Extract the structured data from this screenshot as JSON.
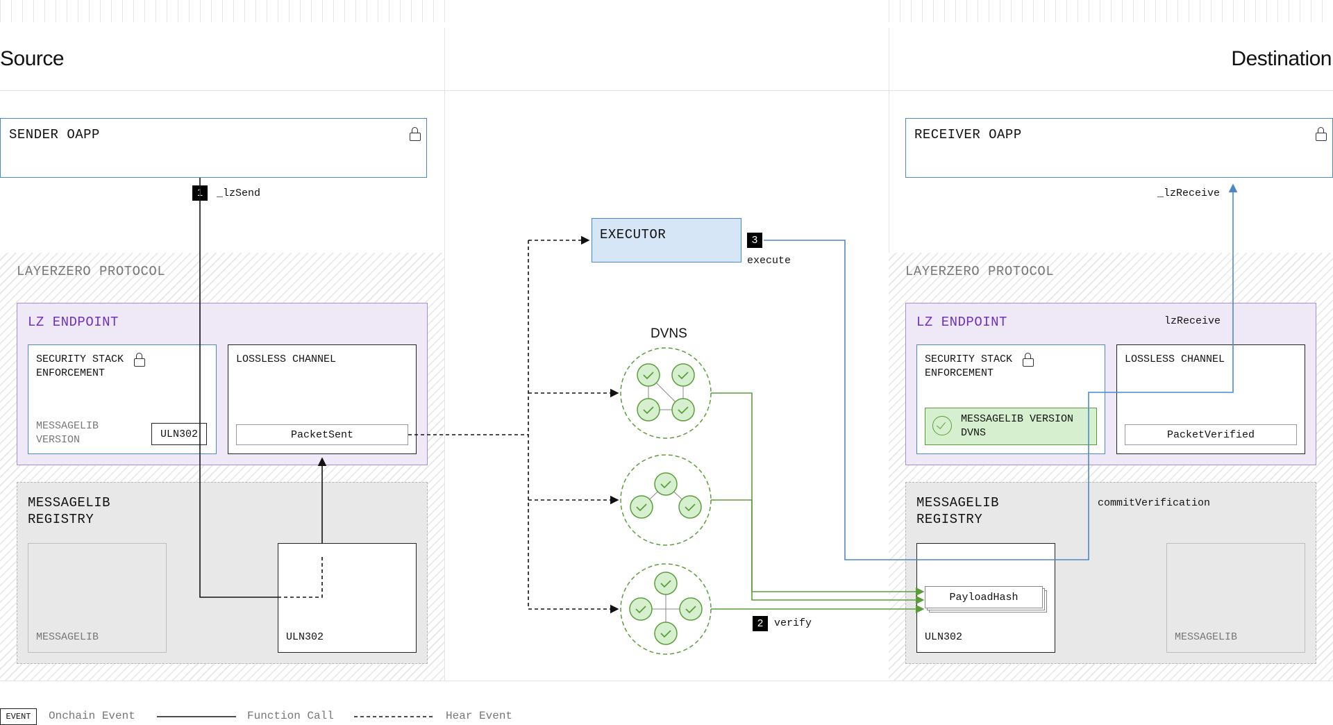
{
  "source": {
    "heading": "Source",
    "sender_oapp": "SENDER OAPP",
    "lz_send": "_lzSend",
    "protocol_label": "LAYERZERO PROTOCOL",
    "endpoint_label": "LZ ENDPOINT",
    "security_stack": "SECURITY STACK\nENFORCEMENT",
    "messagelib_version": "MESSAGELIB\nVERSION",
    "uln_version": "ULN302",
    "lossless_channel": "LOSSLESS CHANNEL",
    "packet_sent": "PacketSent",
    "registry_label": "MESSAGELIB\nREGISTRY",
    "messagelib": "MESSAGELIB",
    "uln_registry": "ULN302"
  },
  "middle": {
    "executor": "EXECUTOR",
    "execute_step": "3",
    "execute_label": "execute",
    "dvns_title": "DVNS",
    "verify_step": "2",
    "verify_label": "verify"
  },
  "destination": {
    "heading": "Destination",
    "receiver_oapp": "RECEIVER OAPP",
    "lz_receive_underscore": "_lzReceive",
    "protocol_label": "LAYERZERO PROTOCOL",
    "endpoint_label": "LZ ENDPOINT",
    "lz_receive": "lzReceive",
    "security_stack": "SECURITY STACK\nENFORCEMENT",
    "messagelib_version_dvns": "MESSAGELIB VERSION\nDVNS",
    "lossless_channel": "LOSSLESS CHANNEL",
    "packet_verified": "PacketVerified",
    "registry_label": "MESSAGELIB\nREGISTRY",
    "commit_verification": "commitVerification",
    "payload_hash": "PayloadHash",
    "uln_registry": "ULN302",
    "messagelib": "MESSAGELIB"
  },
  "step_one": "1",
  "legend": {
    "event_box": "EVENT",
    "onchain_event": "Onchain Event",
    "function_call": "Function Call",
    "hear_event": "Hear Event"
  },
  "colors": {
    "blue": "#4a89c8",
    "green": "#5a9e3a",
    "purple_fill": "#efe9f7",
    "purple_border": "#a98bd9",
    "executor_fill": "#d7e6f7",
    "dvn_fill": "#d6f0cf"
  }
}
